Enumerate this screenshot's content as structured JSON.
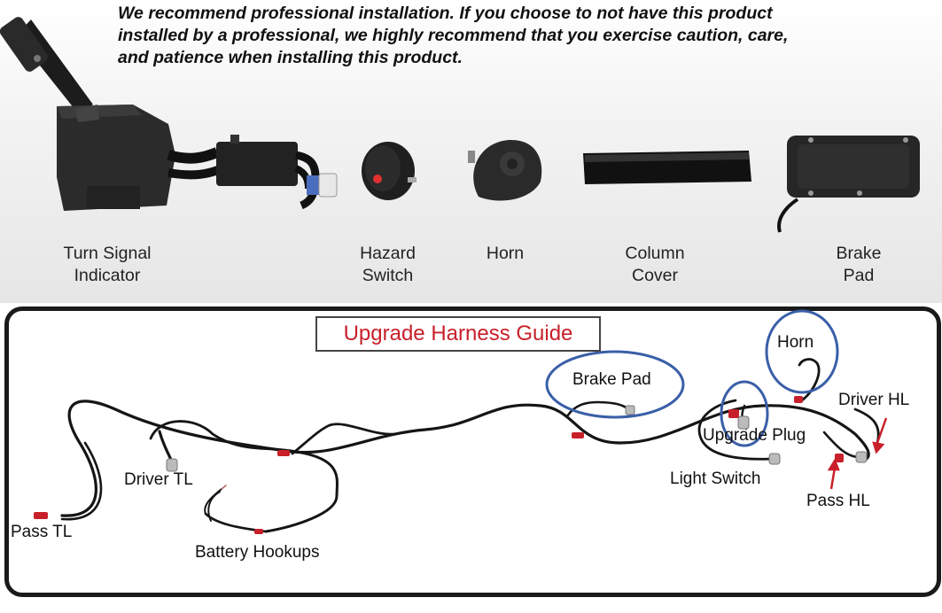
{
  "notice": {
    "line1": "We recommend professional installation. If you choose to not have this product",
    "line2": "installed by a professional, we highly recommend that you exercise caution, care,",
    "line3": "and patience when installing this product."
  },
  "products": [
    {
      "line1": "Turn Signal",
      "line2": "Indicator"
    },
    {
      "line1": "Hazard",
      "line2": "Switch"
    },
    {
      "line1": "Horn",
      "line2": ""
    },
    {
      "line1": "Column",
      "line2": "Cover"
    },
    {
      "line1": "Brake",
      "line2": "Pad"
    }
  ],
  "guide": {
    "title": "Upgrade Harness Guide",
    "labels": {
      "pass_tl": "Pass TL",
      "driver_tl": "Driver TL",
      "battery_hookups": "Battery Hookups",
      "brake_pad": "Brake Pad",
      "horn": "Horn",
      "upgrade_plug": "Upgrade Plug",
      "light_switch": "Light Switch",
      "driver_hl": "Driver HL",
      "pass_hl": "Pass HL"
    }
  },
  "colors": {
    "title_red": "#c8202a",
    "circle_blue": "#3a5fa8",
    "wire": "#151515",
    "connector_red": "#c8202a"
  }
}
